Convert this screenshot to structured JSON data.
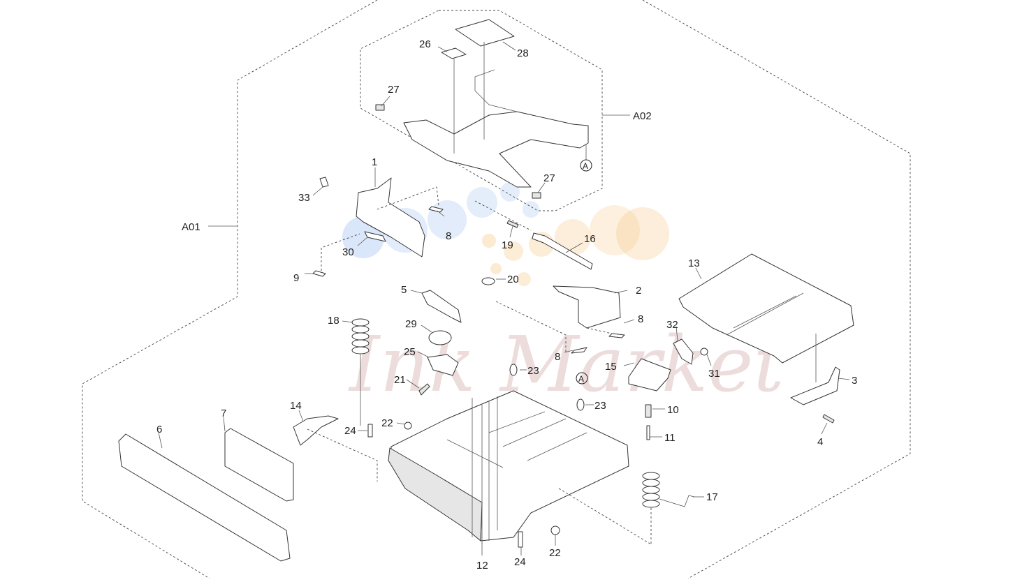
{
  "assembly_labels": {
    "a01": "A01",
    "a02": "A02",
    "ref_a": "A"
  },
  "callouts": {
    "c1": "1",
    "c2": "2",
    "c3": "3",
    "c4": "4",
    "c5": "5",
    "c6": "6",
    "c7": "7",
    "c8a": "8",
    "c8b": "8",
    "c8c": "8",
    "c9": "9",
    "c10": "10",
    "c11": "11",
    "c12": "12",
    "c13": "13",
    "c14": "14",
    "c15": "15",
    "c16": "16",
    "c17": "17",
    "c18": "18",
    "c19": "19",
    "c20": "20",
    "c21": "21",
    "c22a": "22",
    "c22b": "22",
    "c23a": "23",
    "c23b": "23",
    "c24a": "24",
    "c24b": "24",
    "c25": "25",
    "c26": "26",
    "c27a": "27",
    "c27b": "27",
    "c28": "28",
    "c29": "29",
    "c30": "30",
    "c31": "31",
    "c32": "32",
    "c33": "33"
  },
  "watermark": {
    "text": "Ink Market",
    "colors": [
      "#7aa7e8",
      "#f6c27a",
      "#c98b8b"
    ]
  }
}
